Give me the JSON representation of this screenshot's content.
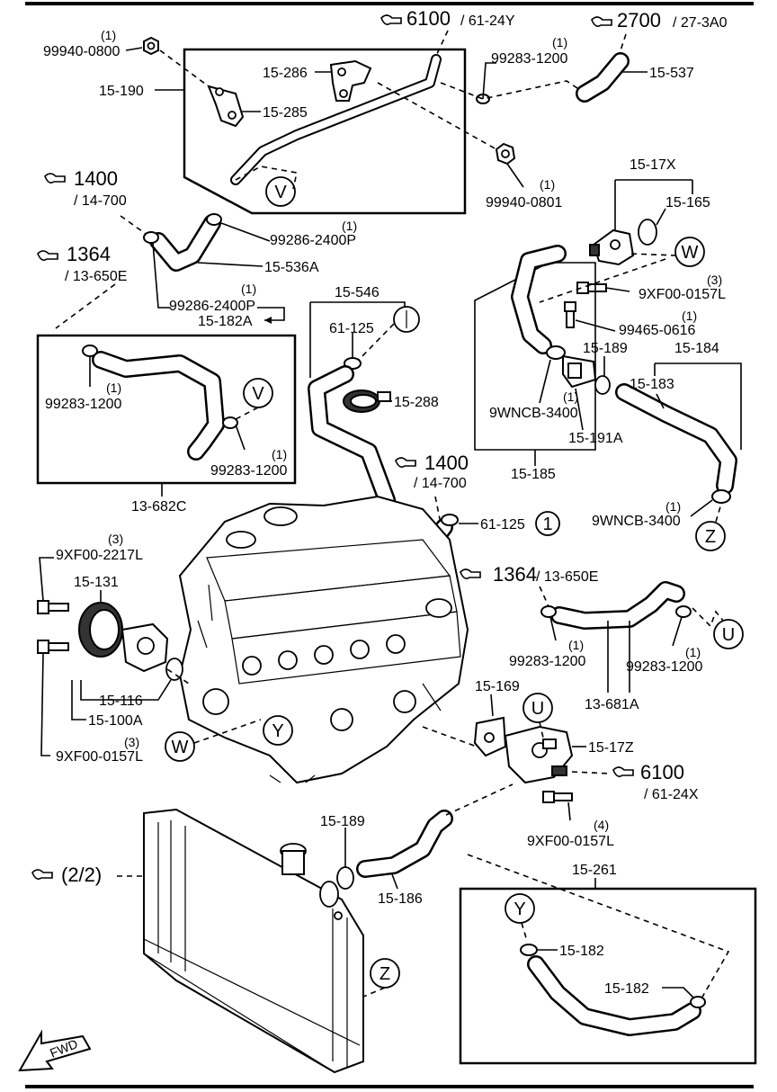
{
  "labels": {
    "ref_6100_top": "6100",
    "ref_6100_top_sub": "/ 61-24Y",
    "ref_2700": "2700",
    "ref_2700_sub": "/ 27-3A0",
    "p_99940_0800": "99940-0800",
    "p_99940_0800_qty": "(1)",
    "p_15_190": "15-190",
    "p_15_286": "15-286",
    "p_15_285": "15-285",
    "p_99283_1200_a": "99283-1200",
    "p_99283_1200_a_qty": "(1)",
    "p_15_537": "15-537",
    "p_99940_0801": "99940-0801",
    "p_99940_0801_qty": "(1)",
    "ref_1400_a": "1400",
    "ref_1400_a_sub": "/ 14-700",
    "p_99286_2400P_a": "99286-2400P",
    "p_99286_2400P_a_qty": "(1)",
    "ref_1364_a": "1364",
    "ref_1364_a_sub": "/ 13-650E",
    "p_15_536A": "15-536A",
    "p_99286_2400P_b": "99286-2400P",
    "p_99286_2400P_b_qty": "(1)",
    "p_15_182A": "15-182A",
    "p_15_17X": "15-17X",
    "p_15_165": "15-165",
    "p_9XF00_0157L_a": "9XF00-0157L",
    "p_9XF00_0157L_a_qty": "(3)",
    "p_99465_0616": "99465-0616",
    "p_99465_0616_qty": "(1)",
    "p_15_546": "15-546",
    "p_61_125_a": "61-125",
    "p_15_288": "15-288",
    "p_15_189_a": "15-189",
    "p_15_184": "15-184",
    "p_15_183": "15-183",
    "p_9WNCB_3400_a": "9WNCB-3400",
    "p_9WNCB_3400_a_qty": "(1)",
    "p_15_191A": "15-191A",
    "p_15_185": "15-185",
    "p_9WNCB_3400_b": "9WNCB-3400",
    "p_9WNCB_3400_b_qty": "(1)",
    "p_99283_1200_b": "99283-1200",
    "p_99283_1200_b_qty": "(1)",
    "p_99283_1200_c": "99283-1200",
    "p_99283_1200_c_qty": "(1)",
    "p_13_682C": "13-682C",
    "ref_1400_b": "1400",
    "ref_1400_b_sub": "/ 14-700",
    "p_61_125_b": "61-125",
    "p_9XF00_2217L": "9XF00-2217L",
    "p_9XF00_2217L_qty": "(3)",
    "p_15_131": "15-131",
    "ref_1364_b": "1364",
    "ref_1364_b_sub": "/ 13-650E",
    "p_99283_1200_d": "99283-1200",
    "p_99283_1200_d_qty": "(1)",
    "p_99283_1200_e": "99283-1200",
    "p_99283_1200_e_qty": "(1)",
    "p_13_681A": "13-681A",
    "p_15_116": "15-116",
    "p_15_100A": "15-100A",
    "p_15_169": "15-169",
    "p_15_17Z": "15-17Z",
    "ref_6100_b": "6100",
    "ref_6100_b_sub": "/ 61-24X",
    "p_9XF00_0157L_b": "9XF00-0157L",
    "p_9XF00_0157L_b_qty": "(3)",
    "p_9XF00_0157L_c": "9XF00-0157L",
    "p_9XF00_0157L_c_qty": "(4)",
    "p_15_189_b": "15-189",
    "ref_2_2": "(2/2)",
    "p_15_186": "15-186",
    "p_15_261": "15-261",
    "p_15_182_a": "15-182",
    "p_15_182_b": "15-182",
    "fwd": "FWD"
  },
  "callouts": {
    "V": "V",
    "W": "W",
    "I": "I",
    "Y": "Y",
    "Z": "Z",
    "U": "U",
    "one": "1"
  }
}
